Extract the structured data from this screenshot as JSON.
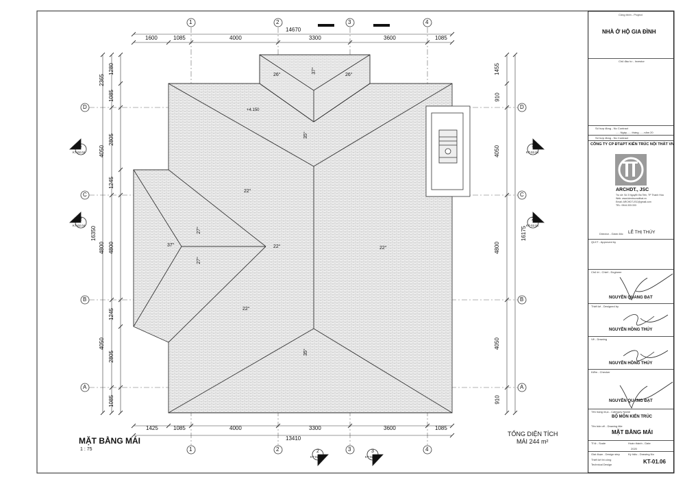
{
  "grid_top": {
    "numbers": [
      "1",
      "2",
      "3",
      "4"
    ]
  },
  "grid_side": {
    "letters": [
      "D",
      "C",
      "B",
      "A"
    ]
  },
  "dims_top": {
    "overall": "14670",
    "segments": [
      "1600",
      "1085",
      "4000",
      "3300",
      "3600",
      "1085"
    ]
  },
  "dims_bottom": {
    "overall": "13410",
    "segments": [
      "1425",
      "1085",
      "4000",
      "3300",
      "3600",
      "1085"
    ]
  },
  "dims_left": {
    "overall": "16350",
    "mid": [
      "2365",
      "4050",
      "4800",
      "4050"
    ],
    "inner": [
      "1280",
      "1085",
      "2805",
      "1245",
      "4800",
      "1245",
      "2805",
      "1085"
    ]
  },
  "dims_right": {
    "overall": "16175",
    "segments": [
      "1455",
      "910",
      "4050",
      "4800",
      "4050",
      "910"
    ]
  },
  "roof_labels": {
    "slope_26a": "26°",
    "slope_37_top": "37°",
    "slope_26b": "26°",
    "slope_35_top": "35°",
    "level": "+4.150",
    "slope_22_left": "22°",
    "slope_22_mid": "22°",
    "slope_22_right": "22°",
    "slope_22_low": "22°",
    "slope_27a": "27°",
    "slope_27b": "27°",
    "slope_37_left": "37°",
    "slope_35_bottom": "35°"
  },
  "section_markers": {
    "s1_num": "1",
    "s1_ref": "KT-02.04",
    "s2_num": "2",
    "s2_ref": "KT-02.04",
    "b2_num": "2",
    "b2_ref": "KT-02.03",
    "b3_num": "3",
    "b3_ref": "KT-02.03"
  },
  "drawing": {
    "title": "MẶT BẰNG MÁI",
    "scale": "1 : 75",
    "area_title": "TỔNG DIỆN TÍCH",
    "area_value": "MÁI 244 m²"
  },
  "title_block": {
    "project_caption": "Công trình - Project",
    "project_name": "NHÀ Ở HỘ GIA ĐÌNH",
    "investor_caption": "Chủ đầu tư - Investor",
    "contract_caption1": "Số hợp đồng - No Contract",
    "date_line": "......Ngày.......tháng.......năm 20",
    "contract_caption2": "Số hợp đồng - No Contract",
    "company": "CÔNG TY CP ĐT&PT KIẾN TRÚC NỘI THẤT VN",
    "logo_text": "ARCHDT., JSC",
    "company_info": [
      "Trụ sở: Số 3 Nguyễn Bá Tiến, TP Thanh Hóa",
      "Web: www.kientrucnoithat.vn",
      "Email: ARCHDT.JSC@gmail.com",
      "TEL: 0944.333.333"
    ],
    "director_caption": "Director - Giám đốc",
    "director_name": "LÊ THỊ THÚY",
    "approved_caption": "QLKT - Approved by",
    "chief_caption": "Chủ trì - Chief - Engineer",
    "chief_name": "NGUYỄN QUANG ĐẠT",
    "designer_caption": "Thiết kế - Designed by",
    "designer_name": "NGUYỄN HỒNG THÚY",
    "drawing_caption": "Vẽ - Drawing",
    "drawer_name": "NGUYỄN HỒNG THÚY",
    "checker_caption": "Kiểm - Checker",
    "checker_name": "NGUYỄN QUANG ĐẠT",
    "category_caption": "Tên hạng mục - Category Name",
    "category_name": "BỘ MÔN KIẾN TRÚC",
    "sheet_caption": "Tên bản vẽ - Drawing title",
    "sheet_name": "MẶT BẰNG MÁI",
    "scale_caption": "Tỉ lệ - Scale",
    "finish_caption": "Hoàn thành - Date",
    "year": "2020",
    "stage_caption": "Giai đoạn - Design step",
    "number_caption": "Ký hiệu - Drawing No",
    "tech_caption": "Thiết kế thi công",
    "tech_caption2": "Technical Design",
    "sheet_no": "KT-01.06"
  }
}
